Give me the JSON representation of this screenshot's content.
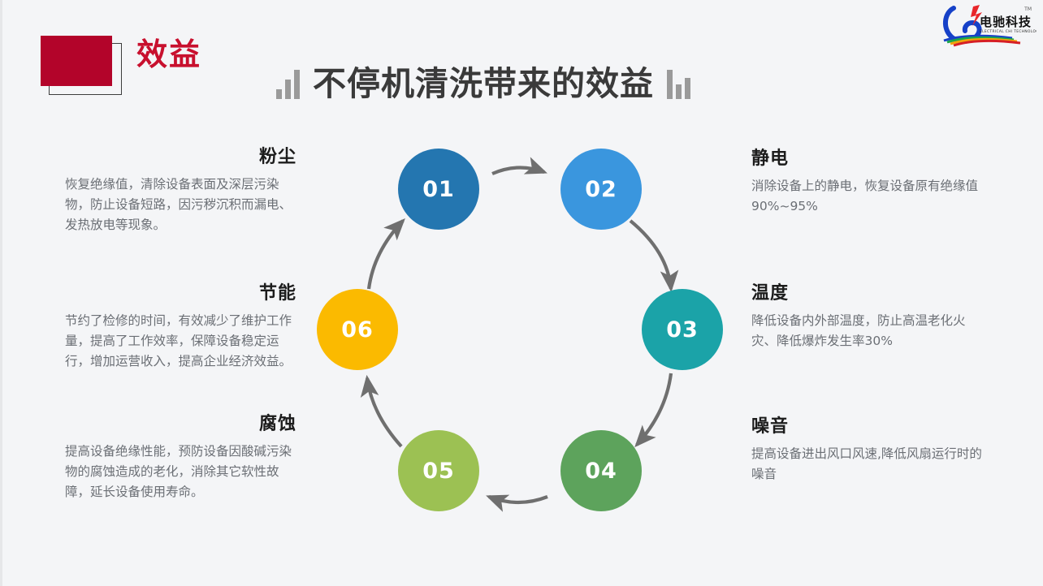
{
  "header": {
    "badge_label": "效益",
    "badge_color": "#b3042a",
    "badge_text_color": "#c8102e",
    "title": "不停机清洗带来的效益",
    "title_color": "#3a3a3a"
  },
  "logo": {
    "brand_cn": "电驰科技",
    "brand_en": "ELECTRICAL CHI TECHNOLOGY",
    "tm": "TM"
  },
  "diagram": {
    "nodes": [
      {
        "id": "01",
        "label": "01",
        "color": "#2476b0"
      },
      {
        "id": "02",
        "label": "02",
        "color": "#3a96de"
      },
      {
        "id": "03",
        "label": "03",
        "color": "#1ba3a8"
      },
      {
        "id": "04",
        "label": "04",
        "color": "#5da35c"
      },
      {
        "id": "05",
        "label": "05",
        "color": "#9cc153"
      },
      {
        "id": "06",
        "label": "06",
        "color": "#fbba00"
      }
    ],
    "arrow_color": "#6f6f6f"
  },
  "items": [
    {
      "number": "01",
      "side": "left",
      "title": "粉尘",
      "body": "恢复绝缘值，清除设备表面及深层污染物，防止设备短路，因污秽沉积而漏电、发热放电等现象。"
    },
    {
      "number": "02",
      "side": "right",
      "title": "静电",
      "body": "消除设备上的静电，恢复设备原有绝缘值90%~95%"
    },
    {
      "number": "03",
      "side": "right",
      "title": "温度",
      "body": "降低设备内外部温度，防止高温老化火灾、降低爆炸发生率30%"
    },
    {
      "number": "04",
      "side": "right",
      "title": "噪音",
      "body": "提高设备进出风口风速,降低风扇运行时的噪音"
    },
    {
      "number": "05",
      "side": "left",
      "title": "腐蚀",
      "body": "提高设备绝缘性能，预防设备因酸碱污染物的腐蚀造成的老化，消除其它软性故障，延长设备使用寿命。"
    },
    {
      "number": "06",
      "side": "left",
      "title": "节能",
      "body": "节约了检修的时间，有效减少了维护工作量，提高了工作效率，保障设备稳定运行，增加运营收入，提高企业经济效益。"
    }
  ],
  "background_color": "#f4f5f7"
}
